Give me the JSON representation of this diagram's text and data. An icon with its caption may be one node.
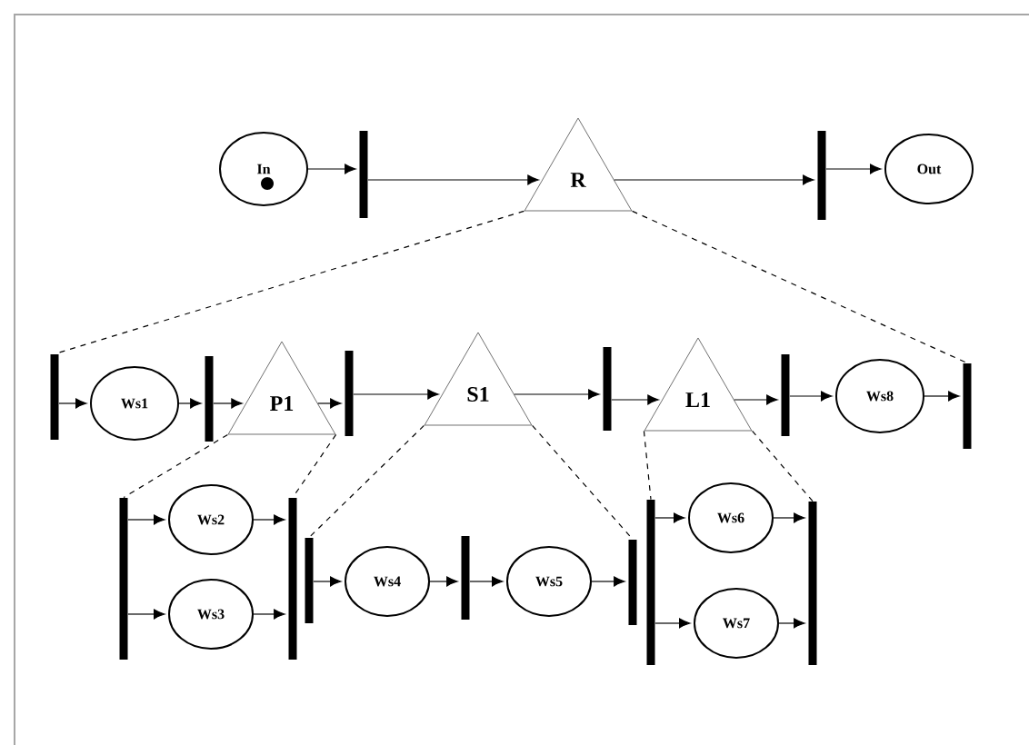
{
  "diagram": {
    "nodes": [
      {
        "text": [
          "In"
        ]
      },
      {
        "text": [],
        "shape": "bar"
      },
      {
        "text": [
          "R"
        ]
      },
      {
        "text": [],
        "shape": "bar"
      },
      {
        "text": [
          "Out"
        ]
      },
      {
        "text": [],
        "shape": "bar"
      },
      {
        "text": [
          "Ws1"
        ]
      },
      {
        "text": [],
        "shape": "bar"
      },
      {
        "text": [
          "P1"
        ]
      },
      {
        "text": [],
        "shape": "bar"
      },
      {
        "text": [
          "S1"
        ]
      },
      {
        "text": [],
        "shape": "bar"
      },
      {
        "text": [
          "L1"
        ]
      },
      {
        "text": [],
        "shape": "bar"
      },
      {
        "text": [
          "Ws8"
        ]
      },
      {
        "text": [],
        "shape": "bar"
      },
      {
        "text": [],
        "shape": "bar"
      },
      {
        "text": [
          "Ws2"
        ]
      },
      {
        "text": [
          "Ws3"
        ]
      },
      {
        "text": [],
        "shape": "bar"
      },
      {
        "text": [],
        "shape": "bar"
      },
      {
        "text": [
          "Ws4"
        ]
      },
      {
        "text": [],
        "shape": "bar"
      },
      {
        "text": [
          "Ws5"
        ]
      },
      {
        "text": [],
        "shape": "bar"
      },
      {
        "text": [],
        "shape": "bar"
      },
      {
        "text": [
          "Ws6"
        ]
      },
      {
        "text": [
          "Ws7"
        ]
      },
      {
        "text": [],
        "shape": "bar"
      }
    ],
    "edges": [
      {
        "from": 0,
        "to": 1,
        "arrow": "to"
      },
      {
        "from": 1,
        "to": 2,
        "arrow": "to"
      },
      {
        "from": 2,
        "to": 3,
        "arrow": "to"
      },
      {
        "from": 3,
        "to": 4,
        "arrow": "to"
      },
      {
        "from": 5,
        "to": 6,
        "arrow": "to"
      },
      {
        "from": 6,
        "to": 7,
        "arrow": "to"
      },
      {
        "from": 7,
        "to": 8,
        "arrow": "to"
      },
      {
        "from": 8,
        "to": 9,
        "arrow": "to"
      },
      {
        "from": 9,
        "to": 10,
        "arrow": "to"
      },
      {
        "from": 10,
        "to": 11,
        "arrow": "to"
      },
      {
        "from": 11,
        "to": 12,
        "arrow": "to"
      },
      {
        "from": 12,
        "to": 13,
        "arrow": "to"
      },
      {
        "from": 13,
        "to": 14,
        "arrow": "to"
      },
      {
        "from": 14,
        "to": 15,
        "arrow": "to"
      },
      {
        "from": 16,
        "to": 17,
        "arrow": "to"
      },
      {
        "from": 16,
        "to": 18,
        "arrow": "to"
      },
      {
        "from": 17,
        "to": 19,
        "arrow": "to"
      },
      {
        "from": 18,
        "to": 19,
        "arrow": "to"
      },
      {
        "from": 20,
        "to": 21,
        "arrow": "to"
      },
      {
        "from": 21,
        "to": 22,
        "arrow": "to"
      },
      {
        "from": 22,
        "to": 23,
        "arrow": "to"
      },
      {
        "from": 23,
        "to": 24,
        "arrow": "to"
      },
      {
        "from": 25,
        "to": 26,
        "arrow": "to"
      },
      {
        "from": 25,
        "to": 27,
        "arrow": "to"
      },
      {
        "from": 26,
        "to": 28,
        "arrow": "to"
      },
      {
        "from": 27,
        "to": 28,
        "arrow": "to"
      },
      {
        "from": 2,
        "to": 5,
        "arrow": "none",
        "style": "dashed"
      },
      {
        "from": 2,
        "to": 15,
        "arrow": "none",
        "style": "dashed"
      },
      {
        "from": 8,
        "to": 16,
        "arrow": "none",
        "style": "dashed"
      },
      {
        "from": 8,
        "to": 19,
        "arrow": "none",
        "style": "dashed"
      },
      {
        "from": 10,
        "to": 20,
        "arrow": "none",
        "style": "dashed"
      },
      {
        "from": 10,
        "to": 24,
        "arrow": "none",
        "style": "dashed"
      },
      {
        "from": 12,
        "to": 25,
        "arrow": "none",
        "style": "dashed"
      },
      {
        "from": 12,
        "to": 28,
        "arrow": "none",
        "style": "dashed"
      }
    ]
  }
}
